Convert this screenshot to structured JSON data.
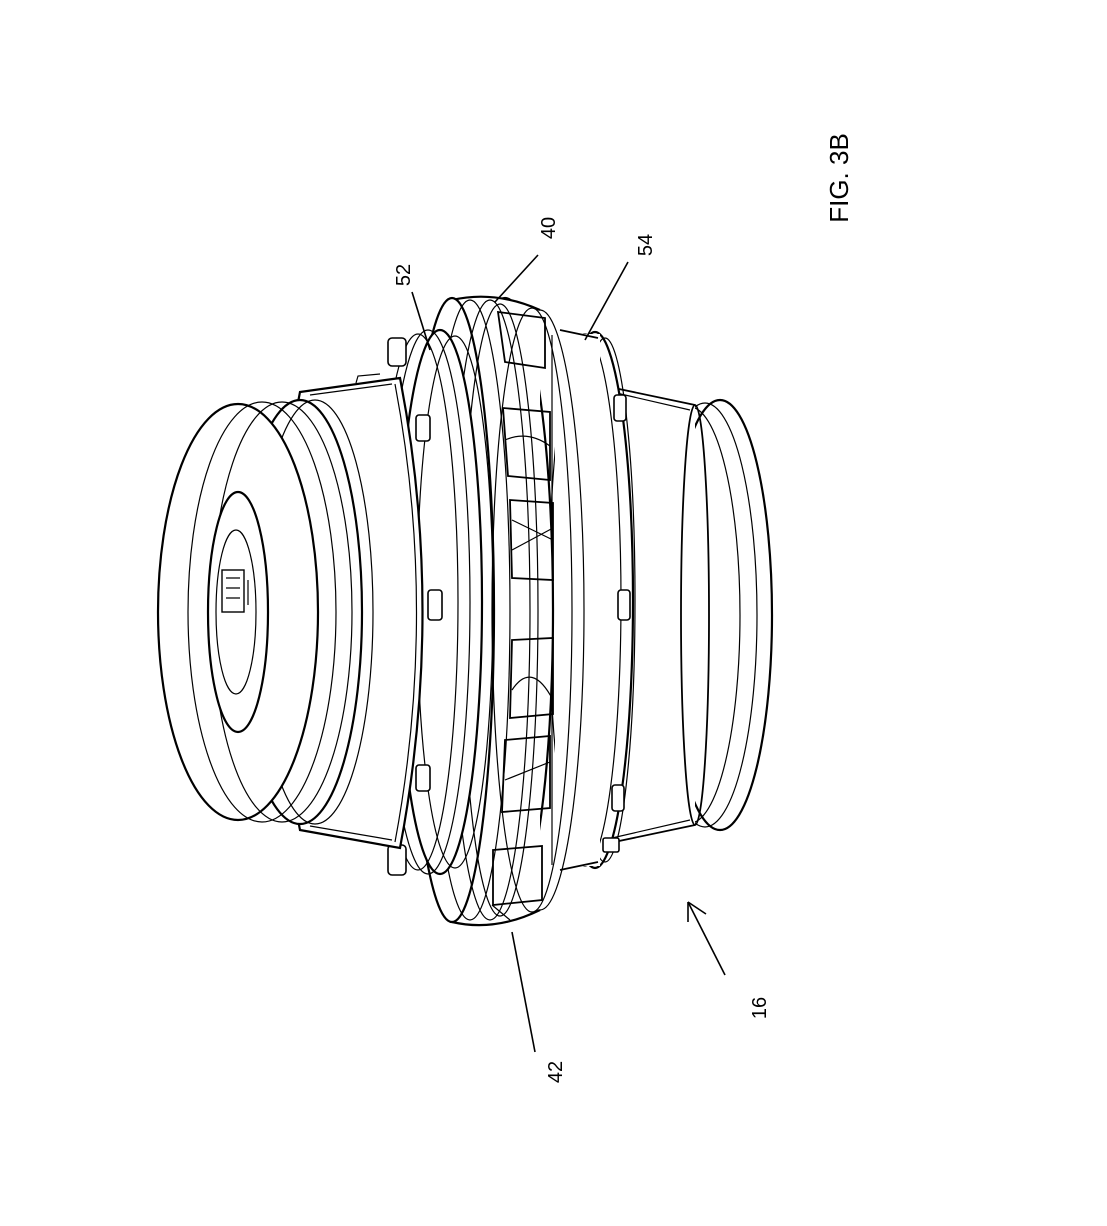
{
  "figure": {
    "caption": "FIG. 3B",
    "labels": {
      "ref_52": "52",
      "ref_40": "40",
      "ref_54": "54",
      "ref_42": "42",
      "ref_16": "16"
    }
  }
}
